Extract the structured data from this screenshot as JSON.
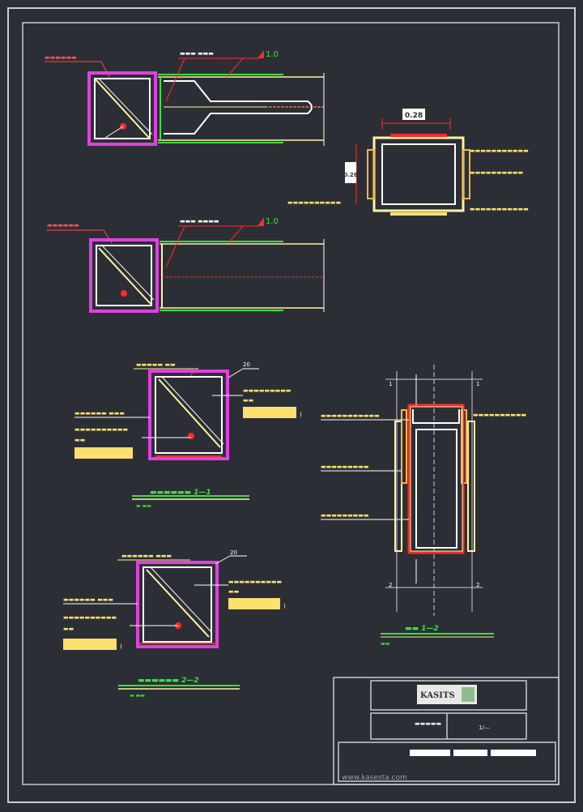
{
  "drawing": {
    "dimension_label_top": "0.28",
    "dimension_label_side": "0.28",
    "marker_a": "1.0",
    "marker_b": "1.0",
    "marker_c": "20",
    "marker_d": "20"
  },
  "title_block": {
    "logo_text": "KASITS",
    "scale_text": "1/—",
    "website": "www.kasesta.com"
  },
  "colors": {
    "background": "#2b2f35",
    "frame": "#c9cdd2",
    "yellow": "#fff3a0",
    "red": "#ff2a2a",
    "magenta": "#e040e0",
    "green": "#37e23a",
    "white": "#ffffff"
  }
}
